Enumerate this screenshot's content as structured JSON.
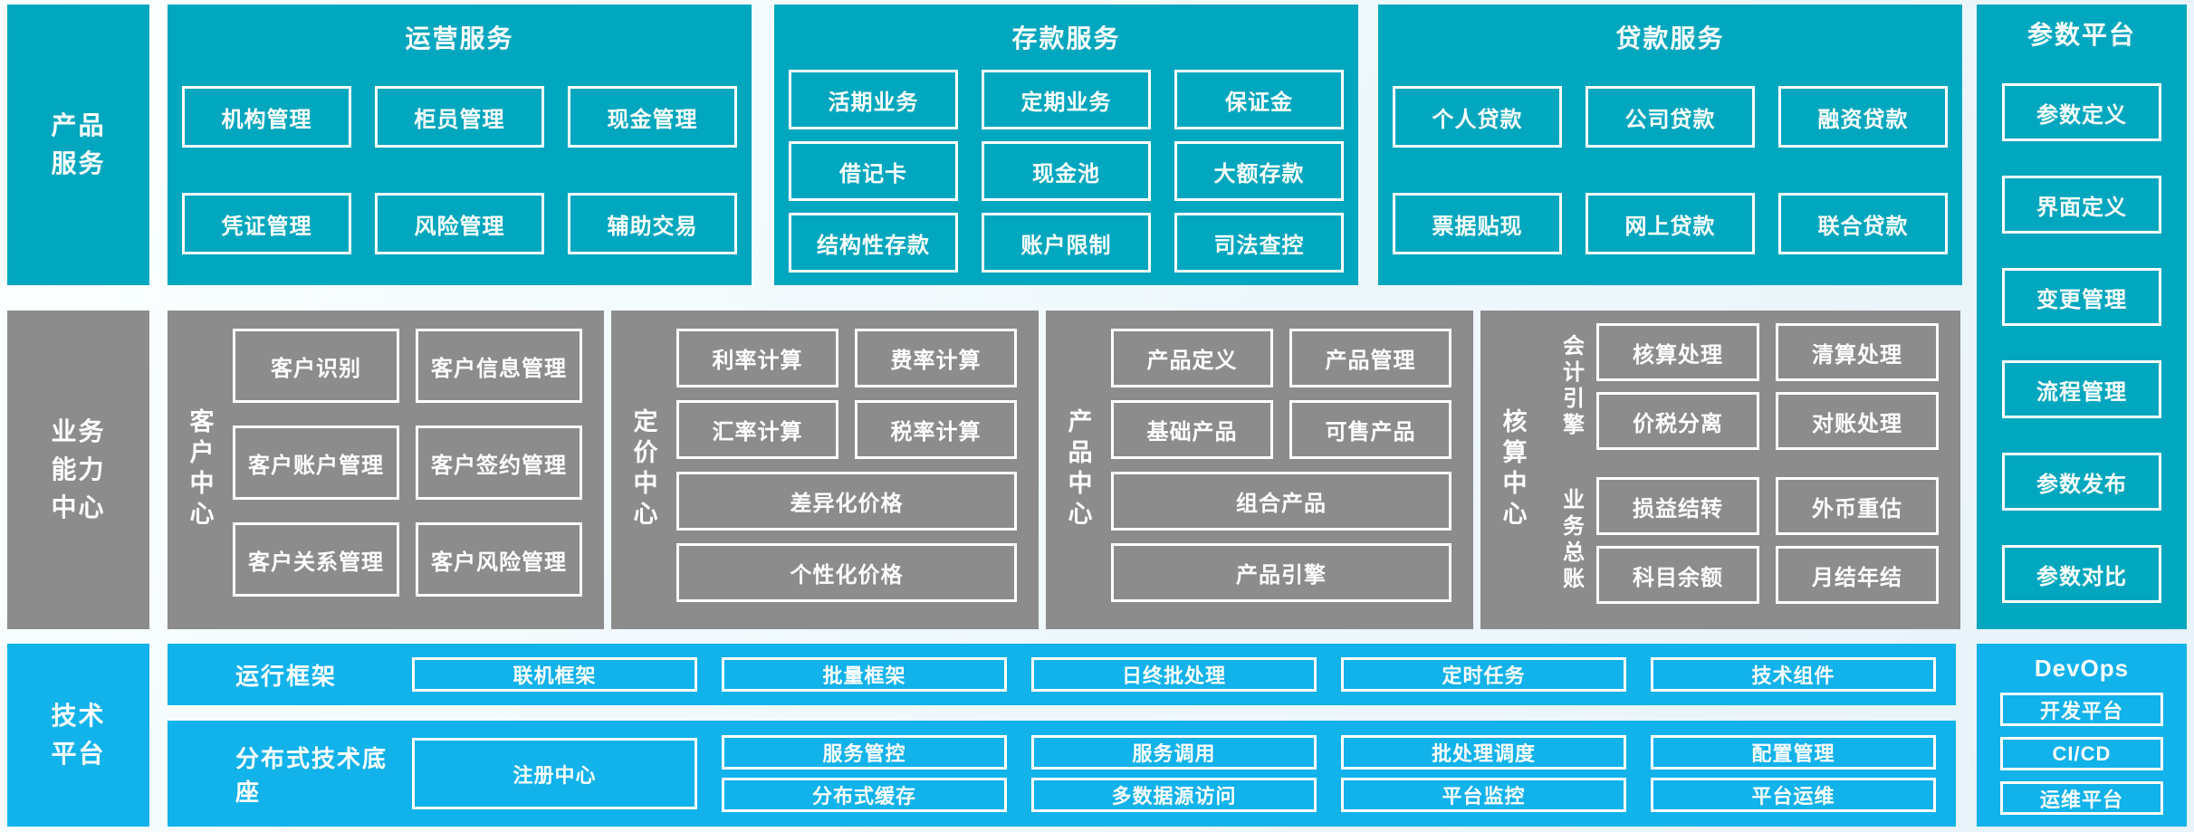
{
  "palette": {
    "teal": "#00A7BE",
    "blue": "#12B2EB",
    "gray": "#8C8C8C",
    "box_border": "#FFFFFF",
    "text": "#FFFFFF"
  },
  "left_labels": {
    "product_services_lines": [
      "产品",
      "服务"
    ],
    "business_capability_lines": [
      "业务",
      "能力",
      "中心"
    ],
    "technology_platform_lines": [
      "技术",
      "平台"
    ]
  },
  "top_sections": [
    {
      "title": "运营服务",
      "rows": [
        [
          "机构管理",
          "柜员管理",
          "现金管理"
        ],
        [
          "凭证管理",
          "风险管理",
          "辅助交易"
        ]
      ]
    },
    {
      "title": "存款服务",
      "rows": [
        [
          "活期业务",
          "定期业务",
          "保证金"
        ],
        [
          "借记卡",
          "现金池",
          "大额存款"
        ],
        [
          "结构性存款",
          "账户限制",
          "司法查控"
        ]
      ]
    },
    {
      "title": "贷款服务",
      "rows": [
        [
          "个人贷款",
          "公司贷款",
          "融资贷款"
        ],
        [
          "票据贴现",
          "网上贷款",
          "联合贷款"
        ]
      ]
    }
  ],
  "parameter_platform": {
    "title": "参数平台",
    "items": [
      "参数定义",
      "界面定义",
      "变更管理",
      "流程管理",
      "参数发布",
      "参数对比"
    ]
  },
  "capability_centers": [
    {
      "label": "客户中心",
      "rows": [
        [
          "客户识别",
          "客户信息管理"
        ],
        [
          "客户账户管理",
          "客户签约管理"
        ],
        [
          "客户关系管理",
          "客户风险管理"
        ]
      ]
    },
    {
      "label": "定价中心",
      "rows": [
        [
          "利率计算",
          "费率计算"
        ],
        [
          "汇率计算",
          "税率计算"
        ],
        [
          "差异化价格"
        ],
        [
          "个性化价格"
        ]
      ]
    },
    {
      "label": "产品中心",
      "rows": [
        [
          "产品定义",
          "产品管理"
        ],
        [
          "基础产品",
          "可售产品"
        ],
        [
          "组合产品"
        ],
        [
          "产品引擎"
        ]
      ]
    },
    {
      "label": "核算中心",
      "groups": [
        {
          "label": "会计引擎",
          "rows": [
            [
              "核算处理",
              "清算处理"
            ],
            [
              "价税分离",
              "对账处理"
            ]
          ]
        },
        {
          "label": "业务总账",
          "rows": [
            [
              "损益结转",
              "外币重估"
            ],
            [
              "科目余额",
              "月结年结"
            ]
          ]
        }
      ]
    }
  ],
  "runtime_framework": {
    "label": "运行框架",
    "items": [
      "联机框架",
      "批量框架",
      "日终批处理",
      "定时任务",
      "技术组件"
    ]
  },
  "distributed_base": {
    "label": "分布式技术底座",
    "registry": "注册中心",
    "grid": [
      [
        "服务管控",
        "服务调用",
        "批处理调度",
        "配置管理"
      ],
      [
        "分布式缓存",
        "多数据源访问",
        "平台监控",
        "平台运维"
      ]
    ]
  },
  "devops": {
    "title": "DevOps",
    "items": [
      "开发平台",
      "CI/CD",
      "运维平台"
    ]
  }
}
